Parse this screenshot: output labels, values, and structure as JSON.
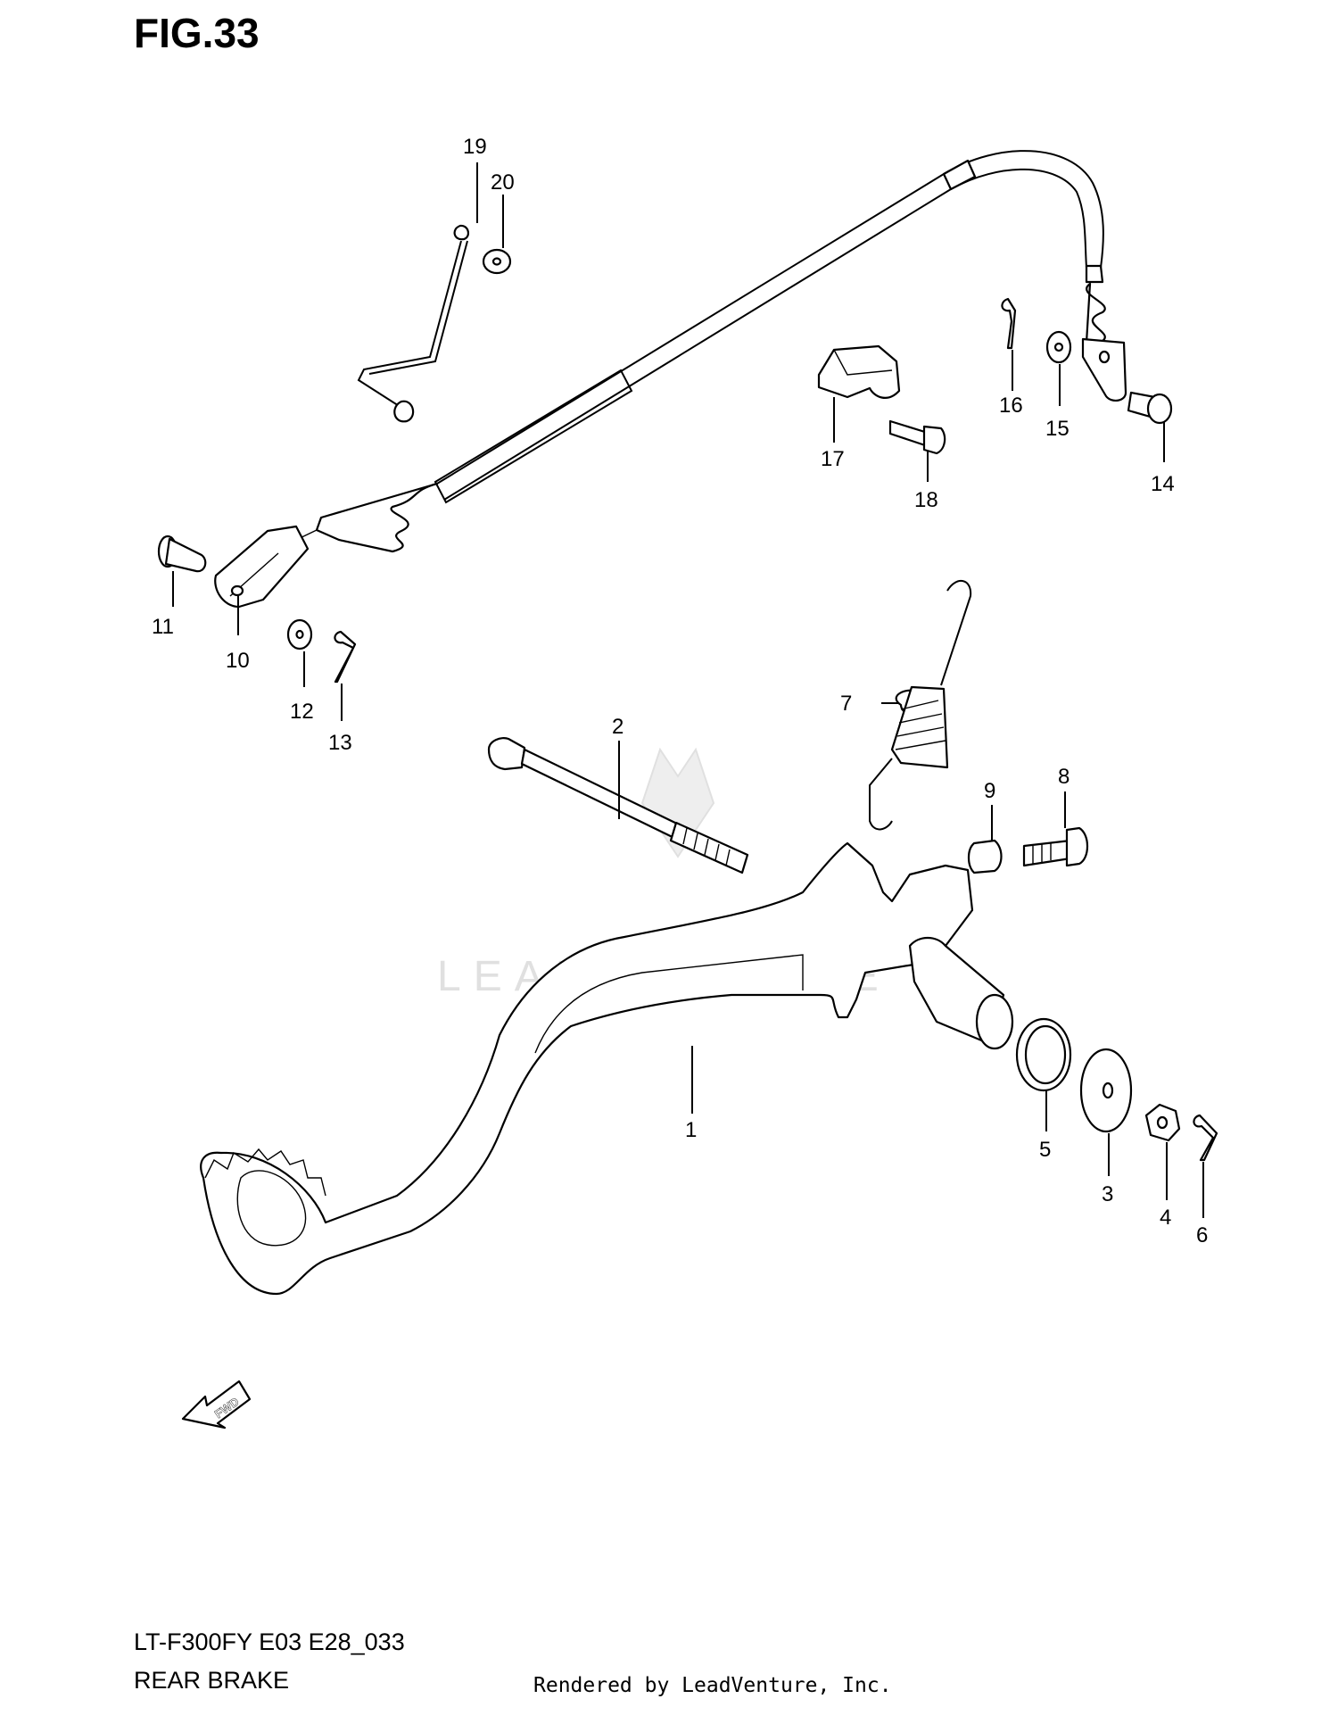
{
  "figure": {
    "title": "FIG.33"
  },
  "footer": {
    "model_code": "LT-F300FY E03 E28_033",
    "section": "REAR BRAKE",
    "credit": "Rendered by LeadVenture, Inc."
  },
  "watermark": {
    "text": "LEADVENTURE"
  },
  "fwd_arrow": {
    "text": "FWD"
  },
  "callouts": [
    "1",
    "2",
    "3",
    "4",
    "5",
    "6",
    "7",
    "8",
    "9",
    "10",
    "11",
    "12",
    "13",
    "14",
    "15",
    "16",
    "17",
    "18",
    "19",
    "20"
  ]
}
